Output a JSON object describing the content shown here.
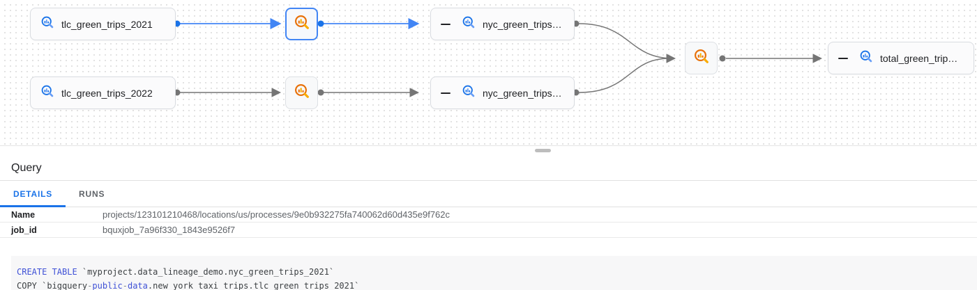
{
  "graph": {
    "nodes": {
      "tlc_2021": {
        "label": "tlc_green_trips_2021",
        "type": "table"
      },
      "tlc_2022": {
        "label": "tlc_green_trips_2022",
        "type": "table"
      },
      "process_1": {
        "type": "process",
        "selected": true
      },
      "process_2": {
        "type": "process",
        "selected": false
      },
      "nyc_2021": {
        "label": "nyc_green_trips…",
        "type": "table",
        "collapsible": true
      },
      "nyc_2022": {
        "label": "nyc_green_trips…",
        "type": "table",
        "collapsible": true
      },
      "process_3": {
        "type": "process",
        "selected": false
      },
      "total": {
        "label": "total_green_trip…",
        "type": "table",
        "collapsible": true
      }
    },
    "icons": {
      "table_icon": "bigquery-table-icon",
      "process_icon": "bigquery-process-icon",
      "collapse_icon": "minus-icon"
    },
    "colors": {
      "selected_edge": "#4285f4",
      "edge": "#757575",
      "table_icon_blue": "#1a73e8",
      "process_icon_orange": "#e8710a"
    }
  },
  "panel": {
    "title": "Query",
    "tabs": [
      {
        "label": "DETAILS",
        "active": true
      },
      {
        "label": "RUNS",
        "active": false
      }
    ],
    "details": [
      {
        "label": "Name",
        "value": "projects/123101210468/locations/us/processes/9e0b932275fa740062d60d435e9f762c"
      },
      {
        "label": "job_id",
        "value": "bquxjob_7a96f330_1843e9526f7"
      }
    ]
  },
  "code": {
    "lines": [
      {
        "tokens": [
          {
            "text": "CREATE TABLE",
            "type": "keyword"
          },
          {
            "text": " `myproject.data_lineage_demo.nyc_green_trips_2021`",
            "type": "plain"
          }
        ]
      },
      {
        "tokens": [
          {
            "text": "COPY `bigquery",
            "type": "plain"
          },
          {
            "text": "-",
            "type": "punct"
          },
          {
            "text": "public",
            "type": "keyword"
          },
          {
            "text": "-",
            "type": "punct"
          },
          {
            "text": "data",
            "type": "keyword"
          },
          {
            "text": ".new_york_taxi_trips.tlc_green_trips_2021`",
            "type": "plain"
          }
        ]
      }
    ]
  }
}
